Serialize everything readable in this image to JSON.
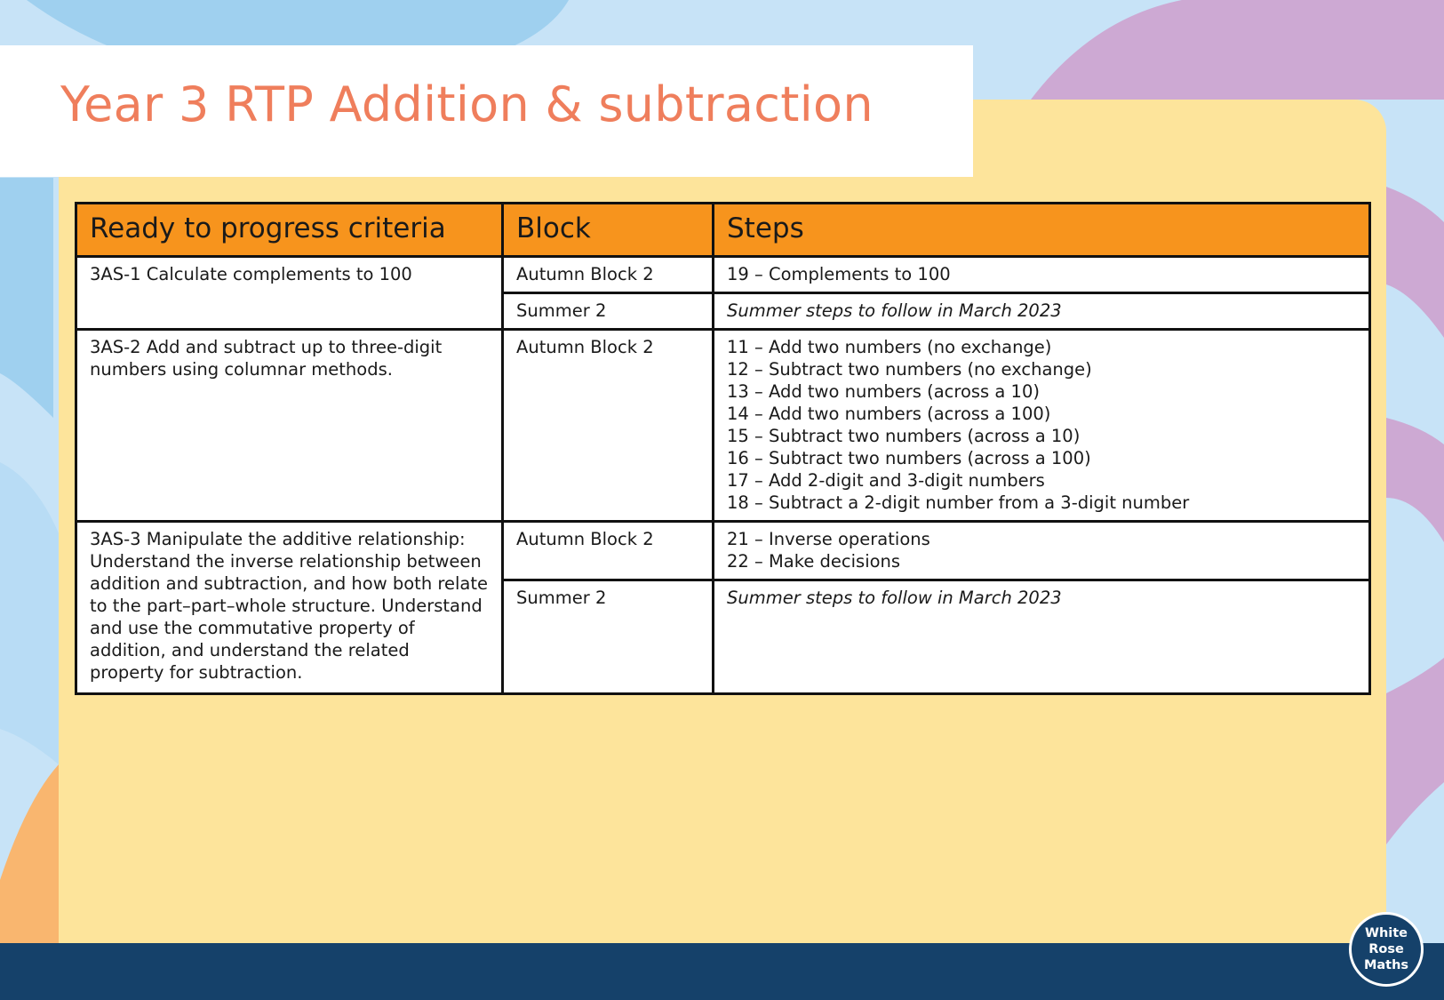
{
  "title": "Year 3 RTP Addition & subtraction",
  "headers": {
    "criteria": "Ready to progress criteria",
    "block": "Block",
    "steps": "Steps"
  },
  "rows": {
    "r1": {
      "criteria": "3AS-1 Calculate complements to 100",
      "a": {
        "block": "Autumn Block 2",
        "steps": [
          "19 – Complements to 100"
        ]
      },
      "b": {
        "block": "Summer 2",
        "steps": [
          "Summer steps to follow in March 2023"
        ]
      }
    },
    "r2": {
      "criteria": "3AS-2 Add and subtract up to three-digit numbers using columnar methods.",
      "a": {
        "block": "Autumn Block 2",
        "steps": [
          "11 – Add two numbers (no exchange)",
          "12 – Subtract two numbers (no exchange)",
          "13 – Add two numbers (across a 10)",
          "14 – Add two numbers (across a 100)",
          "15 – Subtract two numbers (across a 10)",
          "16 – Subtract two numbers (across a 100)",
          "17 – Add 2-digit and 3-digit numbers",
          "18 – Subtract a 2-digit number from a 3-digit number"
        ]
      }
    },
    "r3": {
      "criteria": "3AS-3 Manipulate the additive relationship: Understand the inverse relationship between addition and subtraction, and how both relate to the part–part–whole structure. Understand and use the commutative property of addition, and understand the related property for subtraction.",
      "a": {
        "block": "Autumn Block 2",
        "steps": [
          "21 – Inverse operations",
          "22 – Make decisions"
        ]
      },
      "b": {
        "block": "Summer 2",
        "steps": [
          "Summer steps to follow in March 2023"
        ]
      }
    }
  },
  "logo": {
    "line1": "White",
    "line2": "Rose",
    "line3": "Maths"
  },
  "colors": {
    "title": "#ef7e5c",
    "header": "#f7941d",
    "panel": "#fde49b",
    "footer": "#15416a",
    "background": "#c7e3f7",
    "accent_purple": "#cda9d3",
    "accent_blue": "#9fd0ef",
    "accent_orange": "#f9b66f"
  }
}
